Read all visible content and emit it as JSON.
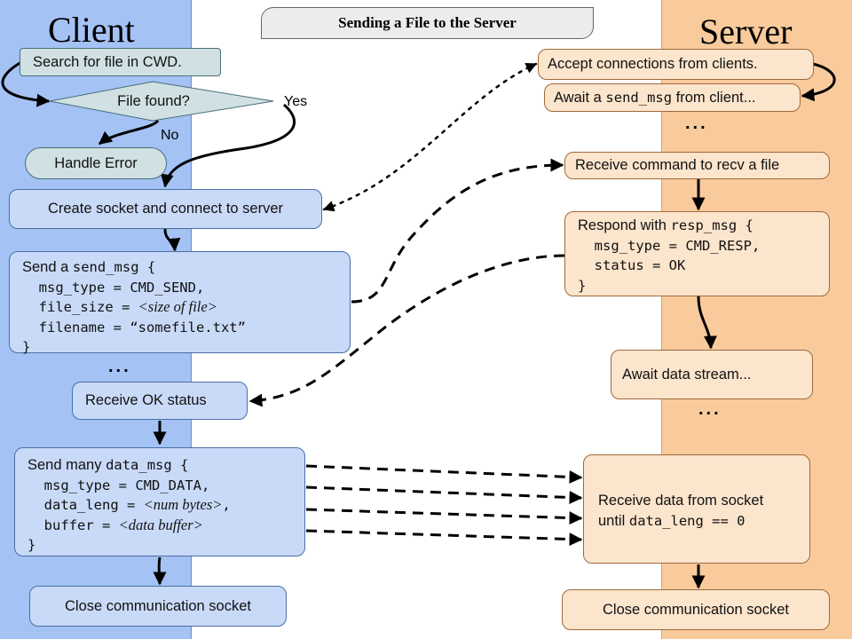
{
  "title": "Sending a File to the Server",
  "lanes": {
    "client": "Client",
    "server": "Server"
  },
  "client": {
    "search": "Search for file in CWD.",
    "decision": "File found?",
    "yes_label": "Yes",
    "no_label": "No",
    "handle_error": "Handle Error",
    "create_socket": "Create socket and connect to server",
    "send_msg": {
      "l1a": "Send a ",
      "l1b": "send_msg {",
      "l2": "  msg_type = CMD_SEND,",
      "l3a": "  file_size = ",
      "l3b": "<size of file>",
      "l4": "  filename = “somefile.txt”",
      "l5": "}"
    },
    "dots": "...",
    "receive_ok": "Receive OK status",
    "data_msg": {
      "l1a": "Send many ",
      "l1b": "data_msg {",
      "l2": "  msg_type = CMD_DATA,",
      "l3a": "  data_leng = ",
      "l3b": "<num bytes>",
      "l3c": ",",
      "l4a": "  buffer = ",
      "l4b": "<data buffer>",
      "l5": "}"
    },
    "close": "Close communication socket"
  },
  "server": {
    "accept": "Accept connections from clients.",
    "await_a": "Await a ",
    "await_b": "send_msg",
    "await_c": " from client...",
    "dots1": "...",
    "recv_cmd": "Receive command to recv a file",
    "resp": {
      "l1a": "Respond with ",
      "l1b": "resp_msg {",
      "l2": "  msg_type = CMD_RESP,",
      "l3": "  status = OK",
      "l4": "}"
    },
    "await_stream": "Await data stream...",
    "dots2": "...",
    "recv_data": {
      "l1": "Receive data from socket",
      "l2a": "until ",
      "l2b": "data_leng == 0"
    },
    "close": "Close communication socket"
  }
}
